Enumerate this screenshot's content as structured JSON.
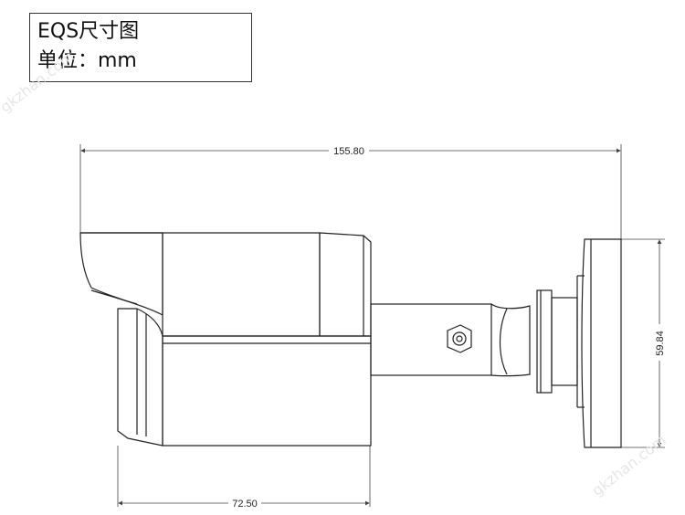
{
  "title_box": {
    "line1": "EQS尺寸图",
    "line2": "单位：mm"
  },
  "dimensions": {
    "total_length": "155.80",
    "body_length": "72.50",
    "base_height": "59.84"
  },
  "watermark": {
    "text1": "gkzhan.com",
    "text2": "gkzhan.com"
  },
  "colors": {
    "line": "#222222",
    "dim_line": "#444444"
  }
}
